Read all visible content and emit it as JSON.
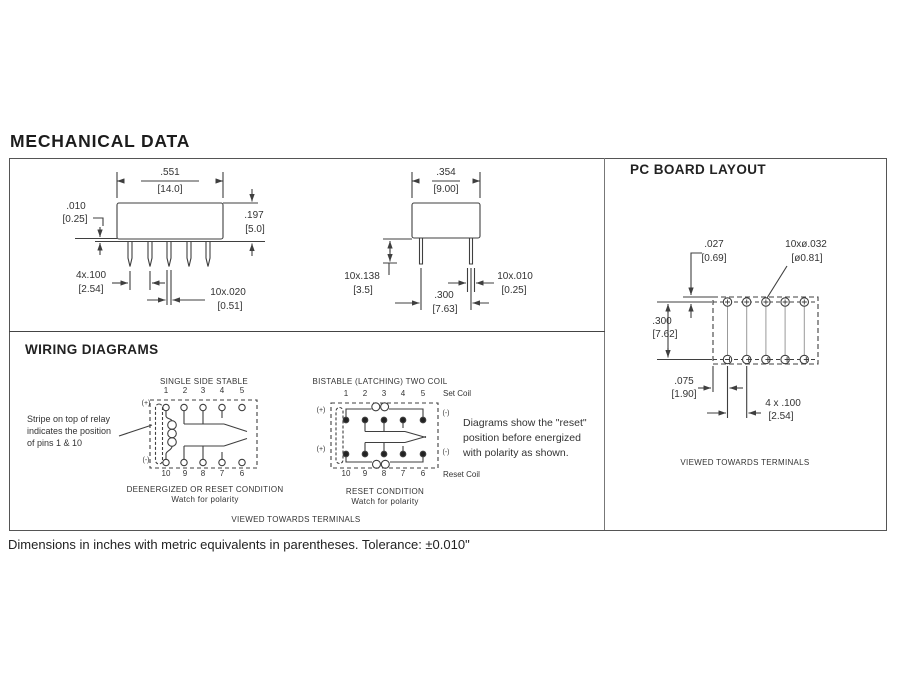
{
  "page": {
    "title": "MECHANICAL DATA",
    "footer": "Dimensions in inches with metric equivalents in parentheses. Tolerance:  ±0.010\""
  },
  "side_view": {
    "width_in": ".551",
    "width_mm": "[14.0]",
    "standoff_in": ".010",
    "standoff_mm": "[0.25]",
    "height_in": ".197",
    "height_mm": "[5.0]",
    "pitch_in": "4x.100",
    "pitch_mm": "[2.54]",
    "pin_width_in": "10x.020",
    "pin_width_mm": "[0.51]"
  },
  "end_view": {
    "width_in": ".354",
    "width_mm": "[9.00]",
    "pin_length_in": "10x.138",
    "pin_length_mm": "[3.5]",
    "row_spacing_in": ".300",
    "row_spacing_mm": "[7.63]",
    "pin_thickness_in": "10x.010",
    "pin_thickness_mm": "[0.25]"
  },
  "pcb_layout": {
    "title": "PC BOARD LAYOUT",
    "pad_offset_in": ".027",
    "pad_offset_mm": "[0.69]",
    "hole_in": "10xø.032",
    "hole_mm": "[ø0.81]",
    "row_spacing_in": ".300",
    "row_spacing_mm": "[7.62]",
    "edge_margin_in": ".075",
    "edge_margin_mm": "[1.90]",
    "pitch_in": "4 x .100",
    "pitch_mm": "[2.54]",
    "caption": "VIEWED TOWARDS TERMINALS"
  },
  "wiring": {
    "title": "WIRING DIAGRAMS",
    "stripe_note": [
      "Stripe on top of relay",
      "indicates the position",
      "of pins 1 & 10"
    ],
    "reset_note": [
      "Diagrams show the \"reset\"",
      "position before energized",
      "with polarity as shown."
    ],
    "caption": "VIEWED TOWARDS TERMINALS",
    "sss": {
      "label": "SINGLE SIDE STABLE",
      "pins_top": [
        "1",
        "2",
        "3",
        "4",
        "5"
      ],
      "pins_bottom": [
        "10",
        "9",
        "8",
        "7",
        "6"
      ],
      "plus": "(+)",
      "minus": "(-)",
      "caption1": "DEENERGIZED OR RESET CONDITION",
      "caption2": "Watch for polarity"
    },
    "bistable": {
      "label": "BISTABLE (LATCHING) TWO COIL",
      "pins_top": [
        "1",
        "2",
        "3",
        "4",
        "5"
      ],
      "pins_bottom": [
        "10",
        "9",
        "8",
        "7",
        "6"
      ],
      "plus": "(+)",
      "minus": "(-)",
      "set_coil": "Set Coil",
      "reset_coil": "Reset Coil",
      "caption1": "RESET CONDITION",
      "caption2": "Watch for polarity"
    }
  }
}
